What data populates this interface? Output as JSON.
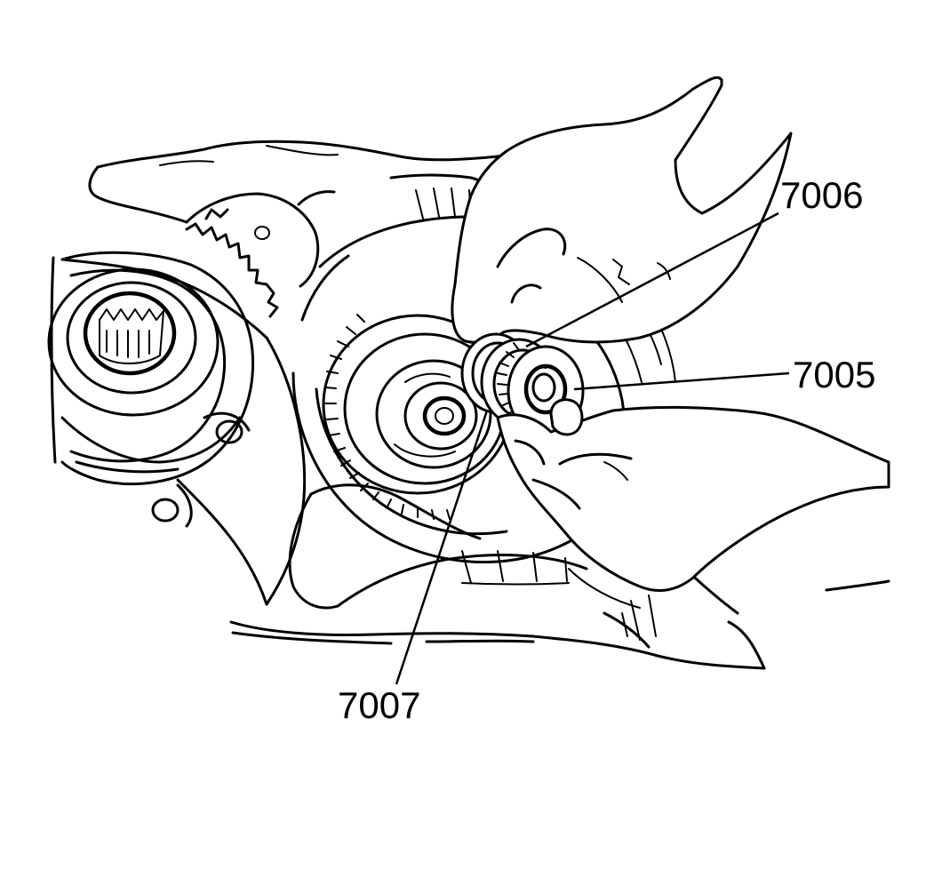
{
  "callouts": {
    "part_7006": "7006",
    "part_7005": "7005",
    "part_7007": "7007"
  },
  "colors": {
    "ink": "#000000",
    "paper": "#ffffff"
  }
}
